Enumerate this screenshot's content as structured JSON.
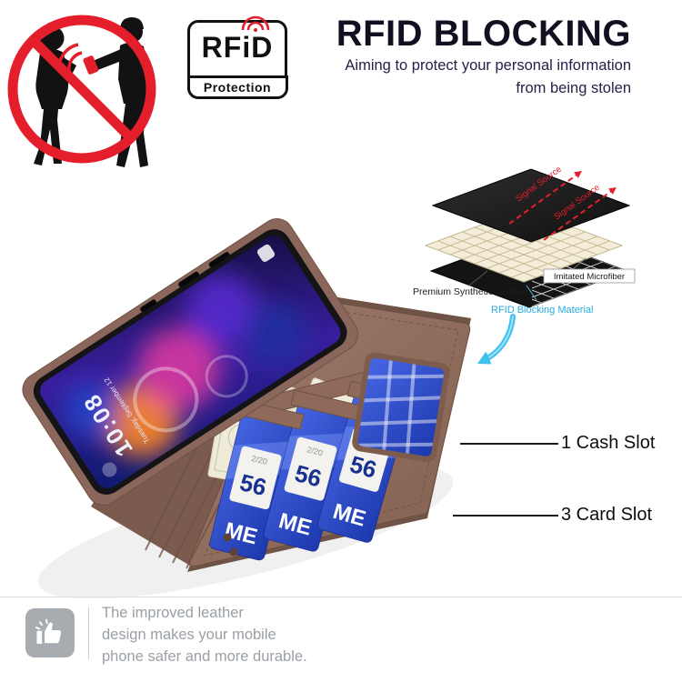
{
  "header": {
    "title": "RFID BLOCKING",
    "subtitle_line1": "Aiming to protect your personal information",
    "subtitle_line2": "from being stolen"
  },
  "badge": {
    "brand": "RFiD",
    "label": "Protection"
  },
  "layers_diagram": {
    "signal_source_1": "Signal Source",
    "signal_source_2": "Signal Source",
    "premium_leather_label": "Premium Synthetic Leather",
    "microfiber_label": "Imitated Microfiber",
    "rfid_material_label": "RFID Blocking Material"
  },
  "phone": {
    "lock_time": "10:08",
    "lock_date": "Tuesday, September 12"
  },
  "card": {
    "expiry": "2/20",
    "number": "56",
    "name": "ME"
  },
  "callouts": {
    "cash_slot": "1 Cash Slot",
    "card_slot": "3 Card Slot"
  },
  "footer": {
    "line1": "The improved leather",
    "line2": "design makes your mobile",
    "line3": "phone safer and more durable."
  },
  "colors": {
    "accent_red": "#e41e2b",
    "accent_cyan": "#29abe2",
    "case_brown": "#8a675a",
    "card_blue": "#2b50cc",
    "title_dark": "#101020",
    "footer_gray": "#9aa0a5"
  }
}
